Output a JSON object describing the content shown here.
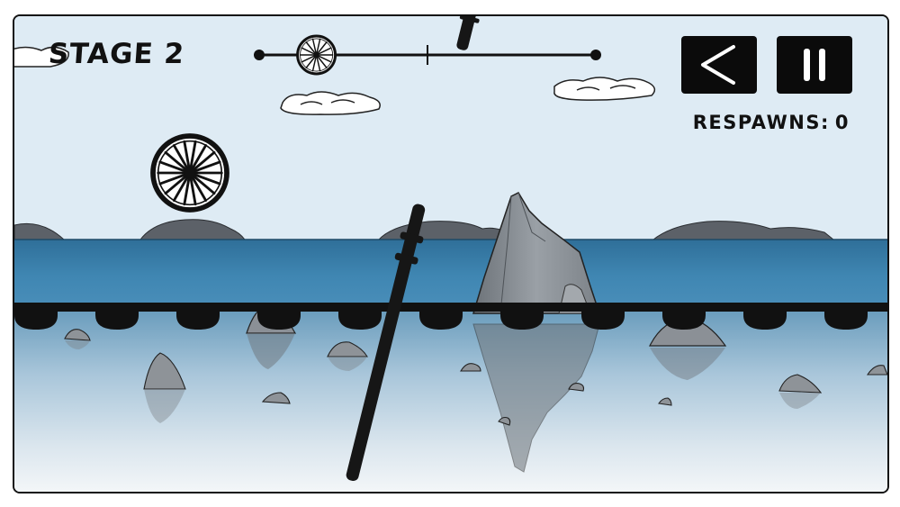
{
  "hud": {
    "stage_label": "STAGE 2",
    "respawns_label": "RESPAWNS:",
    "respawns_count": "0",
    "progress": 0.17,
    "checkpoint": 0.5
  },
  "buttons": {
    "back_icon": "chevron-left-icon",
    "pause_icon": "pause-icon"
  },
  "colors": {
    "sky": "#deebf4",
    "water": "#3b7ea8",
    "water_deep": "#2d6a92",
    "rock": "#8d9298",
    "ink": "#0b0b0b"
  }
}
